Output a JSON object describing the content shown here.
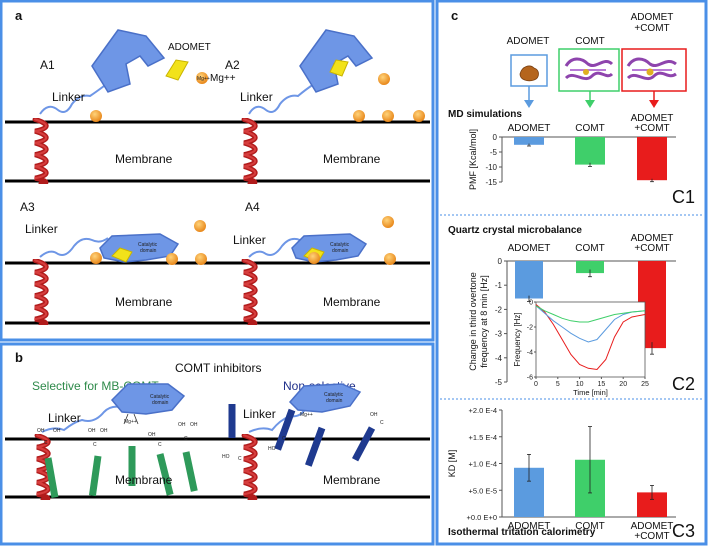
{
  "panel_a": {
    "letter": "a",
    "sub": [
      "A1",
      "A2",
      "A3",
      "A4"
    ],
    "linker": "Linker",
    "membrane": "Membrane",
    "adomet": "ADOMET",
    "mg": "Mg++",
    "mg_small": "Mg++",
    "catalytic": [
      "Catalytic",
      "domain"
    ]
  },
  "panel_b": {
    "letter": "b",
    "title": "COMT inhibitors",
    "selective": "Selective for MB-COMT",
    "nonselective": "Non-selective",
    "linker": "Linker",
    "membrane": "Membrane",
    "catalytic": [
      "Catalytic",
      "domain"
    ],
    "mg_small": "Mg++",
    "chem_oh": "OH",
    "chem_c": "C",
    "chem_ho": "HO"
  },
  "panel_c": {
    "letter": "c",
    "headers": [
      [
        "ADOMET"
      ],
      [
        "COMT"
      ],
      [
        "ADOMET",
        "+COMT"
      ]
    ],
    "colors": {
      "blue": "#5b9bdf",
      "green": "#3fcf6a",
      "red": "#e81c1c"
    }
  },
  "chart_data": [
    {
      "type": "bar",
      "title": "MD simulations",
      "label": "C1",
      "categories": [
        "ADOMET",
        "COMT",
        "ADOMET\n+COMT"
      ],
      "values": [
        -2.6,
        -9.2,
        -14.4
      ],
      "errors": [
        0.4,
        0.6,
        0.5
      ],
      "ylabel": "PMF [Kcal/mol]",
      "ylim": [
        -15,
        0
      ],
      "yticks": [
        "0",
        "-5",
        "-10",
        "-15"
      ]
    },
    {
      "type": "bar",
      "title": "Quartz crystal microbalance",
      "label": "C2",
      "categories": [
        "ADOMET",
        "COMT",
        "ADOMET\n+COMT"
      ],
      "values": [
        -1.55,
        -0.5,
        -3.6
      ],
      "errors": [
        0.12,
        0.15,
        0.25
      ],
      "ylabel": "Change in third overtone frequency at 8 min [Hz]",
      "ylim": [
        -5,
        0
      ],
      "yticks": [
        "0",
        "-1",
        "-2",
        "-3",
        "-4",
        "-5"
      ],
      "inset": {
        "type": "line",
        "xlabel": "Time [min]",
        "ylabel": "Frequency [Hz]",
        "xlim": [
          0,
          25
        ],
        "ylim": [
          -6,
          0
        ],
        "xticks": [
          "0",
          "5",
          "10",
          "15",
          "20",
          "25"
        ],
        "yticks": [
          "0",
          "-2",
          "-4",
          "-6"
        ],
        "series": [
          {
            "color": "#e81c1c",
            "x": [
              0,
              2,
              4,
              6,
              8,
              10,
              12,
              14,
              16,
              18,
              20,
              22,
              25
            ],
            "y": [
              -0.2,
              -0.8,
              -1.8,
              -3.0,
              -4.2,
              -5.0,
              -5.3,
              -5.4,
              -4.6,
              -2.8,
              -1.6,
              -1.2,
              -1.0
            ]
          },
          {
            "color": "#5b9bdf",
            "x": [
              0,
              2,
              4,
              6,
              8,
              10,
              12,
              14,
              16,
              18,
              20,
              22,
              25
            ],
            "y": [
              -0.3,
              -0.9,
              -1.5,
              -2.0,
              -2.5,
              -2.9,
              -3.2,
              -3.0,
              -2.2,
              -1.4,
              -1.0,
              -0.8,
              -0.7
            ]
          },
          {
            "color": "#3fcf6a",
            "x": [
              0,
              2,
              4,
              6,
              8,
              10,
              12,
              14,
              16,
              18,
              20,
              22,
              25
            ],
            "y": [
              -0.3,
              -0.7,
              -1.0,
              -1.3,
              -1.5,
              -1.6,
              -1.6,
              -1.4,
              -1.2,
              -1.0,
              -0.9,
              -0.8,
              -0.7
            ]
          }
        ]
      }
    },
    {
      "type": "bar",
      "title": "Isothermal tritation calorimetry",
      "label": "C3",
      "categories": [
        "ADOMET",
        "COMT",
        "ADOMET\n+COMT"
      ],
      "values": [
        9.2e-05,
        0.000107,
        4.6e-05
      ],
      "errors": [
        2.5e-05,
        6.2e-05,
        1.3e-05
      ],
      "ylabel": "KD [M]",
      "ylim": [
        0,
        0.0002
      ],
      "yticks": [
        "0.0 E+0",
        "5.0 E-5",
        "1.0 E-4",
        "1.5 E-4",
        "2.0 E-4"
      ],
      "yticks_shown": [
        "+0.0 E+0",
        "+5.0 E-5",
        "+1.0 E-4",
        "+1.5 E-4",
        "+2.0 E-4"
      ]
    }
  ]
}
